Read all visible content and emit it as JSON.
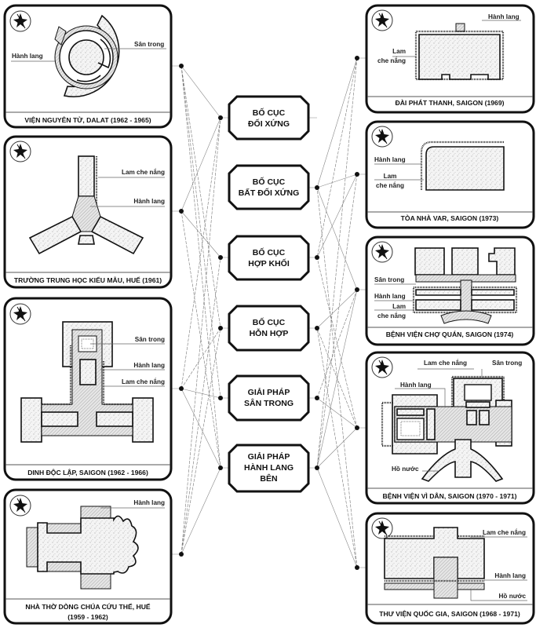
{
  "left_panels": [
    {
      "caption": [
        "VIỆN NGUYÊN TỬ, DALAT (1962 - 1965)"
      ],
      "labels": [
        "Sân trong",
        "Hành lang"
      ]
    },
    {
      "caption": [
        "TRƯỜNG TRUNG HỌC KIỂU MẪU, HUẾ (1961)"
      ],
      "labels": [
        "Lam che nắng",
        "Hành lang"
      ]
    },
    {
      "caption": [
        "DINH ĐỘC LẬP, SAIGON (1962 - 1966)"
      ],
      "labels": [
        "Sân trong",
        "Hành lang",
        "Lam che nắng"
      ]
    },
    {
      "caption": [
        "NHÀ THỜ DÒNG CHÚA CỨU THẾ, HUẾ",
        "(1959 - 1962)"
      ],
      "labels": [
        "Hành lang"
      ]
    }
  ],
  "right_panels": [
    {
      "caption": [
        "ĐÀI PHÁT THANH, SAIGON (1969)"
      ],
      "labels": [
        "Hành lang",
        "Lam",
        "che nắng"
      ]
    },
    {
      "caption": [
        "TÒA NHÀ VAR, SAIGON (1973)"
      ],
      "labels": [
        "Hành lang",
        "Lam",
        "che nắng"
      ]
    },
    {
      "caption": [
        "BỆNH VIỆN CHỢ QUÁN, SAIGON (1974)"
      ],
      "labels": [
        "Sân trong",
        "Hành lang",
        "Lam",
        "che nắng"
      ]
    },
    {
      "caption": [
        "BỆNH VIỆN VÌ DÂN, SAIGON (1970 - 1971)"
      ],
      "labels": [
        "Lam che nắng",
        "Sân trong",
        "Hành lang",
        "Hồ nước"
      ]
    },
    {
      "caption": [
        "THƯ VIỆN QUỐC GIA, SAIGON (1968 - 1971)"
      ],
      "labels": [
        "Lam che nắng",
        "Hành lang",
        "Hồ nước"
      ]
    }
  ],
  "center_nodes": [
    {
      "lines": [
        "BỐ CỤC",
        "ĐỐI XỨNG"
      ]
    },
    {
      "lines": [
        "BỐ CỤC",
        "BẤT ĐỐI XỨNG"
      ]
    },
    {
      "lines": [
        "BỐ CỤC",
        "HỢP KHỐI"
      ]
    },
    {
      "lines": [
        "BỐ CỤC",
        "HỖN HỢP"
      ]
    },
    {
      "lines": [
        "GIẢI PHÁP",
        "SÂN TRONG"
      ]
    },
    {
      "lines": [
        "GIẢI PHÁP",
        "HÀNH LANG",
        "BÊN"
      ]
    }
  ],
  "icons": {
    "panel_icon": "compass-north-arrow-icon"
  },
  "colors": {
    "line": "#111111",
    "connector": "#777777",
    "background": "#ffffff"
  }
}
